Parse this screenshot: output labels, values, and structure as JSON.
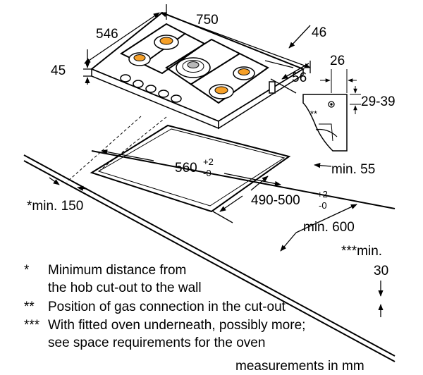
{
  "dimensions": {
    "hob_width": "750",
    "hob_depth": "546",
    "hob_height": "45",
    "back_offset": "46",
    "right_offset": "56",
    "gas_side": "26",
    "gas_height": "29-39",
    "gas_marker": "**",
    "cutout_width": "560",
    "cutout_width_tol_upper": "+2",
    "cutout_width_tol_lower": "-0",
    "cutout_depth": "490-500",
    "cutout_depth_tol_upper": "+2",
    "cutout_depth_tol_lower": "-0",
    "min_back": "min. 55",
    "min_wall": "*min. 150",
    "min_front": "min. 600",
    "min_oven_label": "***min.",
    "min_oven_value": "30"
  },
  "notes": [
    {
      "mark": "*",
      "lines": [
        "Minimum distance from",
        "the hob cut-out to the wall"
      ]
    },
    {
      "mark": "**",
      "lines": [
        "Position of gas connection in the cut-out"
      ]
    },
    {
      "mark": "***",
      "lines": [
        "With fitted oven underneath, possibly more;",
        "see space requirements for the oven"
      ]
    }
  ],
  "footer": "measurements in mm"
}
